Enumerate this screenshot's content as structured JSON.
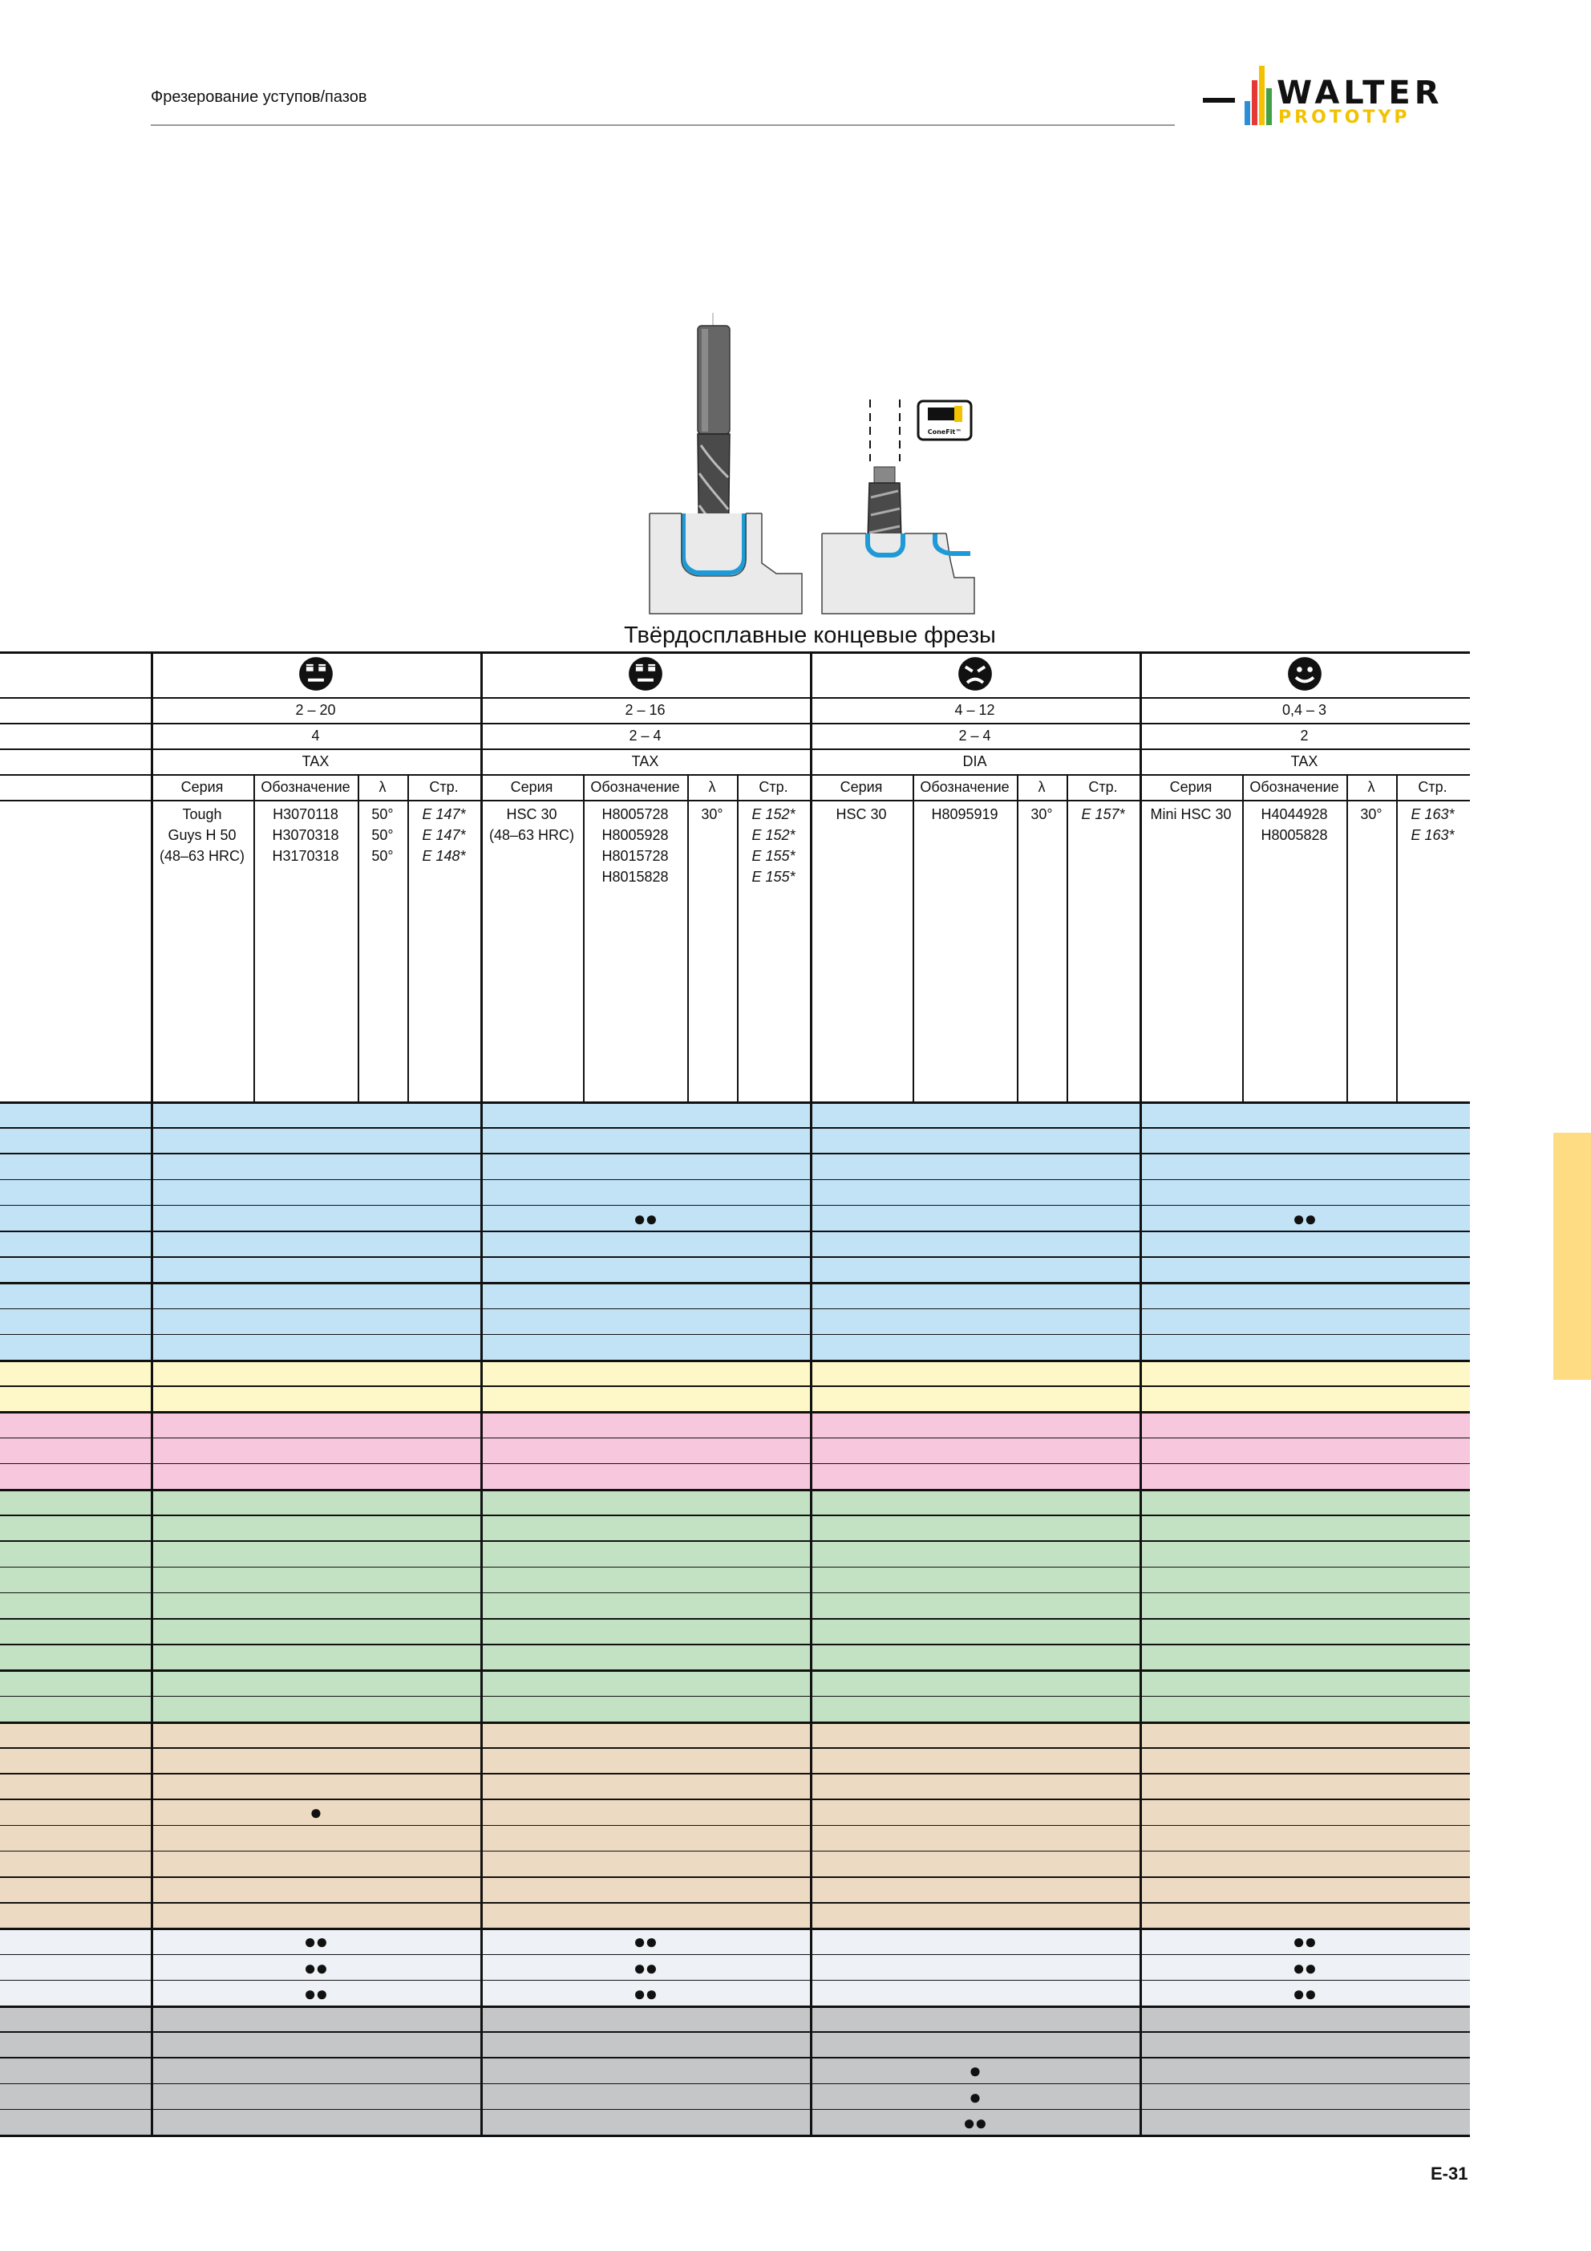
{
  "header": {
    "title": "Фрезерование уступов/пазов"
  },
  "logo": {
    "word1": "WALTER",
    "word2": "PROTOTYP",
    "bar_colors": [
      "#2a8fd6",
      "#e53935",
      "#f2c200",
      "#43a047",
      "#111111"
    ]
  },
  "illustration": {
    "badge": "ConeFit™",
    "highlight_color": "#1e9ad6"
  },
  "section_title": "Твёрдосплавные концевые фрезы",
  "groups": [
    {
      "icon": "neutral-face-icon",
      "range": "2 – 20",
      "teeth": "4",
      "coating": "TAX",
      "headers": [
        "Серия",
        "Обозначение",
        "λ",
        "Стр."
      ],
      "series": "Tough\nGuys H 50\n(48–63 HRC)",
      "codes": "H3070118\nH3070318\nH3170318",
      "lambda": "50°\n50°\n50°",
      "pages": "E 147*\nE 147*\nE 148*"
    },
    {
      "icon": "neutral-face-icon",
      "range": "2 – 16",
      "teeth": "2 – 4",
      "coating": "TAX",
      "headers": [
        "Серия",
        "Обозначение",
        "λ",
        "Стр."
      ],
      "series": "HSC 30\n(48–63 HRC)",
      "codes": "H8005728\nH8005928\nH8015728\nH8015828",
      "lambda": "30°",
      "pages": "E 152*\nE 152*\nE 155*\nE 155*"
    },
    {
      "icon": "angry-face-icon",
      "range": "4 – 12",
      "teeth": "2 – 4",
      "coating": "DIA",
      "headers": [
        "Серия",
        "Обозначение",
        "λ",
        "Стр."
      ],
      "series": "HSC 30",
      "codes": "H8095919",
      "lambda": "30°",
      "pages": "E 157*"
    },
    {
      "icon": "smile-face-icon",
      "range": "0,4 – 3",
      "teeth": "2",
      "coating": "TAX",
      "headers": [
        "Серия",
        "Обозначение",
        "λ",
        "Стр."
      ],
      "series": "Mini HSC 30",
      "codes": "H4044928\nH8005828",
      "lambda": "30°",
      "pages": "E 163*\nE 163*"
    }
  ],
  "material_colors": {
    "P": "#c2e2f5",
    "M": "#fef8c8",
    "K": "#f7c8dd",
    "N": "#c3e2c4",
    "S": "#eddac2",
    "H": "#eef2f6",
    "O": "#c4c6c8"
  },
  "dot_rows": [
    {
      "row": 4,
      "group": 1,
      "dots": "●●"
    },
    {
      "row": 4,
      "group": 3,
      "dots": "●●"
    },
    {
      "row": 27,
      "group": 0,
      "dots": "●"
    },
    {
      "row": 32,
      "group": 0,
      "dots": "●●"
    },
    {
      "row": 32,
      "group": 1,
      "dots": "●●"
    },
    {
      "row": 32,
      "group": 3,
      "dots": "●●"
    },
    {
      "row": 33,
      "group": 0,
      "dots": "●●"
    },
    {
      "row": 33,
      "group": 1,
      "dots": "●●"
    },
    {
      "row": 33,
      "group": 3,
      "dots": "●●"
    },
    {
      "row": 34,
      "group": 0,
      "dots": "●●"
    },
    {
      "row": 34,
      "group": 1,
      "dots": "●●"
    },
    {
      "row": 34,
      "group": 3,
      "dots": "●●"
    },
    {
      "row": 37,
      "group": 2,
      "dots": "●"
    },
    {
      "row": 38,
      "group": 2,
      "dots": "●"
    },
    {
      "row": 39,
      "group": 2,
      "dots": "●●"
    }
  ],
  "page_number": "E-31"
}
